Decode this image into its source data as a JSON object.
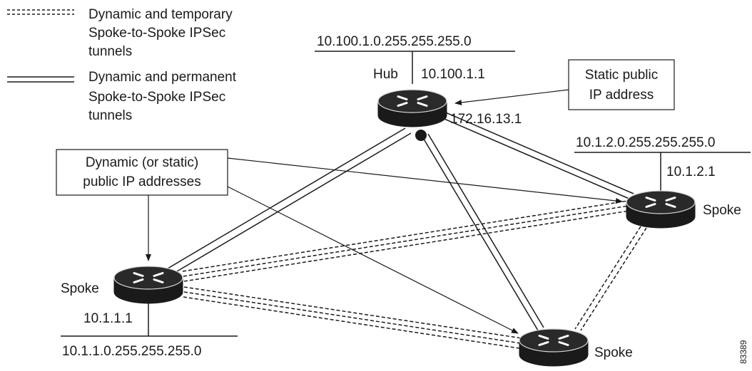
{
  "legend": {
    "dynamic_temporary": [
      "Dynamic and temporary",
      "Spoke-to-Spoke IPSec",
      "tunnels"
    ],
    "dynamic_permanent": [
      "Dynamic and permanent",
      "Spoke-to-Spoke IPSec",
      "tunnels"
    ]
  },
  "hub": {
    "label": "Hub",
    "network": "10.100.1.0.255.255.255.0",
    "tunnel_ip": "10.100.1.1",
    "public_ip": "172.16.13.1"
  },
  "spoke_left": {
    "label": "Spoke",
    "ip": "10.1.1.1",
    "network": "10.1.1.0.255.255.255.0"
  },
  "spoke_right": {
    "label": "Spoke",
    "ip": "10.1.2.1",
    "network": "10.1.2.0.255.255.255.0"
  },
  "spoke_bottom": {
    "label": "Spoke"
  },
  "callouts": {
    "static_public": [
      "Static public",
      "IP address"
    ],
    "dynamic_public": [
      "Dynamic (or static)",
      "public IP addresses"
    ]
  },
  "figure_id": "83389",
  "colors": {
    "line": "#1a1a1a",
    "router_body": "#1a1a1a",
    "router_arrows": "#ffffff"
  }
}
